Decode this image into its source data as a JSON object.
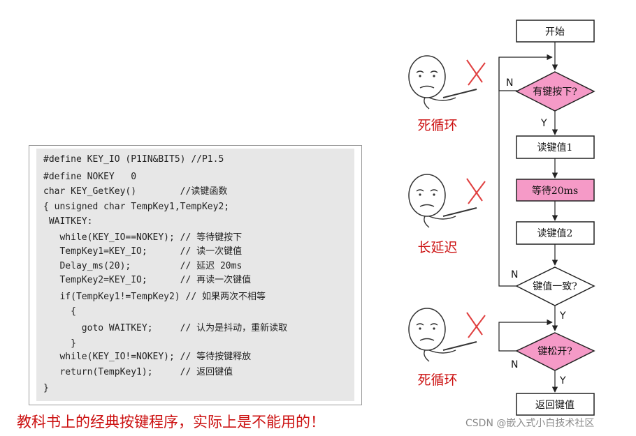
{
  "code": {
    "lines": [
      "#define KEY_IO (P1IN&BIT5) //P1.5",
      "#define NOKEY   0",
      "char KEY_GetKey()        //读键函数",
      "{ unsigned char TempKey1,TempKey2;",
      " WAITKEY:",
      "   while(KEY_IO==NOKEY); // 等待键按下",
      "   TempKey1=KEY_IO;      // 读一次键值",
      "   Delay_ms(20);         // 延迟 20ms",
      "   TempKey2=KEY_IO;      // 再读一次键值",
      "   if(TempKey1!=TempKey2) // 如果两次不相等",
      "     {",
      "       goto WAITKEY;     // 认为是抖动，重新读取",
      "     }",
      "   while(KEY_IO!=NOKEY); // 等待按键释放",
      "   return(TempKey1);     // 返回键值",
      "}"
    ]
  },
  "caption": "教科书上的经典按键程序，实际上是不能用的！",
  "flowchart": {
    "start": "开始",
    "key_pressed": "有键按下?",
    "read1": "读键值1",
    "wait": "等待20ms",
    "read2": "读键值2",
    "consistent": "键值一致?",
    "released": "键松开?",
    "return": "返回键值",
    "yes": "Y",
    "no": "N"
  },
  "callouts": [
    {
      "label": "死循环"
    },
    {
      "label": "长延迟"
    },
    {
      "label": "死循环"
    }
  ],
  "watermark": "CSDN @嵌入式小白技术社区",
  "colors": {
    "highlight": "#f59ac7",
    "alert_red": "#cc1111",
    "code_bg": "#e7e7e7"
  }
}
